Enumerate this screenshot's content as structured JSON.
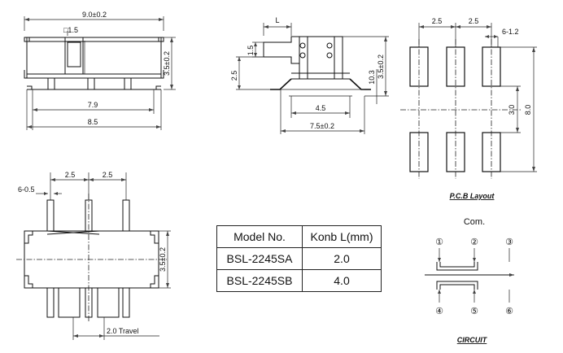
{
  "front_view": {
    "width_total": "9.0±0.2",
    "knob_size": "□1.5",
    "height": "3.5±0.2",
    "pin_span": "7.9",
    "body_length": "8.5"
  },
  "side_view": {
    "knob_label": "L",
    "knob_height": "1.5",
    "left_height": "2.5",
    "right_height_a": "10.3",
    "right_height_b": "3.5±0.2",
    "inner_width": "4.5",
    "outer_width": "7.5±0.2"
  },
  "pcb_layout": {
    "pitch_1": "2.5",
    "pitch_2": "2.5",
    "pad_note": "6-1.2",
    "row_gap": "3.0",
    "overall_height": "8.0",
    "title": "P.C.B Layout"
  },
  "bottom_view": {
    "pitch_1": "2.5",
    "pitch_2": "2.5",
    "pin_note": "6-0.5",
    "height": "3.5±0.2",
    "travel": "2.0 Travel"
  },
  "model_table": {
    "header": [
      "Model No.",
      "Konb L(mm)"
    ],
    "rows": [
      [
        "BSL-2245SA",
        "2.0"
      ],
      [
        "BSL-2245SB",
        "4.0"
      ]
    ]
  },
  "circuit": {
    "com_label": "Com.",
    "pins_top": [
      "①",
      "②",
      "③"
    ],
    "pins_bottom": [
      "④",
      "⑤",
      "⑥"
    ],
    "title": "CIRCUIT"
  }
}
